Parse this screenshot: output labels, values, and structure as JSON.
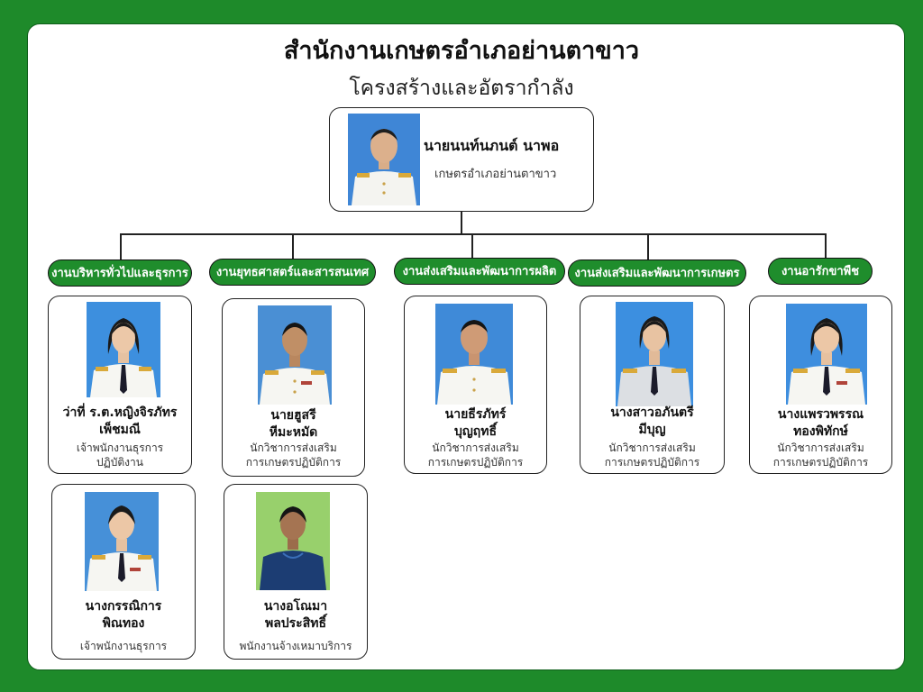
{
  "header": {
    "title": "สำนักงานเกษตรอำเภอย่านตาขาว",
    "subtitle": "โครงสร้างและอัตรากำลัง"
  },
  "head": {
    "name": "นายนนท์นภนต์ นาพอ",
    "role": "เกษตรอำเภอย่านตาขาว"
  },
  "departments": [
    "งานบริหารทั่วไปและธุรการ",
    "งานยุทธศาสตร์และสารสนเทศ",
    "งานส่งเสริมและพัฒนาการผลิต",
    "งานส่งเสริมและพัฒนาการเกษตร",
    "งานอารักขาพืช"
  ],
  "staff": [
    {
      "name1": "ว่าที่ ร.ต.หญิงจิรภัทร",
      "name2": "เพ็ชมณี",
      "role1": "เจ้าพนักงานธุรการ",
      "role2": "ปฏิบัติงาน"
    },
    {
      "name1": "นายฮูสรี",
      "name2": "หีมะหมัด",
      "role1": "นักวิชาการส่งเสริม",
      "role2": "การเกษตรปฏิบัติการ"
    },
    {
      "name1": "นายธีรภัทร์",
      "name2": "บุญฤทธิ์",
      "role1": "นักวิชาการส่งเสริม",
      "role2": "การเกษตรปฏิบัติการ"
    },
    {
      "name1": "นางสาวอภันตรี",
      "name2": "มีบุญ",
      "role1": "นักวิชาการส่งเสริม",
      "role2": "การเกษตรปฏิบัติการ"
    },
    {
      "name1": "นางแพรวพรรณ",
      "name2": "ทองพิทักษ์",
      "role1": "นักวิชาการส่งเสริม",
      "role2": "การเกษตรปฏิบัติการ"
    },
    {
      "name1": "นางกรรณิการ",
      "name2": "พิณทอง",
      "role1": "เจ้าพนักงานธุรการ",
      "role2": ""
    },
    {
      "name1": "นางอโณมา",
      "name2": "พลประสิทธิ์",
      "role1": "พนักงานจ้างเหมาบริการ",
      "role2": ""
    }
  ]
}
